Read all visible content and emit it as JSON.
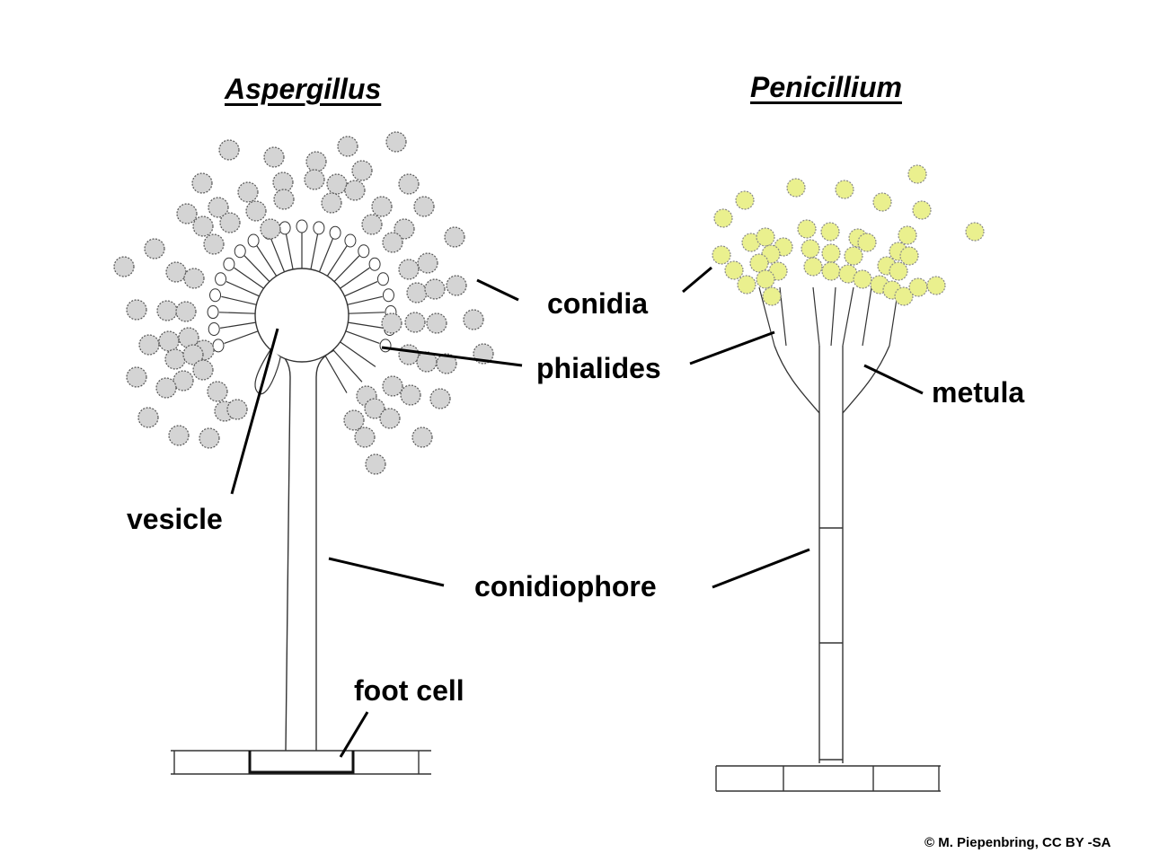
{
  "titles": {
    "aspergillus": "Aspergillus",
    "penicillium": "Penicillium"
  },
  "labels": {
    "conidia": "conidia",
    "phialides": "phialides",
    "metula": "metula",
    "vesicle": "vesicle",
    "conidiophore": "conidiophore",
    "foot_cell": "foot cell"
  },
  "credit": "© M. Piepenbring, CC BY -SA",
  "colors": {
    "aspergillus_conidia": "#d4d4d4",
    "penicillium_conidia": "#eaf08e",
    "outline": "#333333",
    "leader": "#000000"
  }
}
